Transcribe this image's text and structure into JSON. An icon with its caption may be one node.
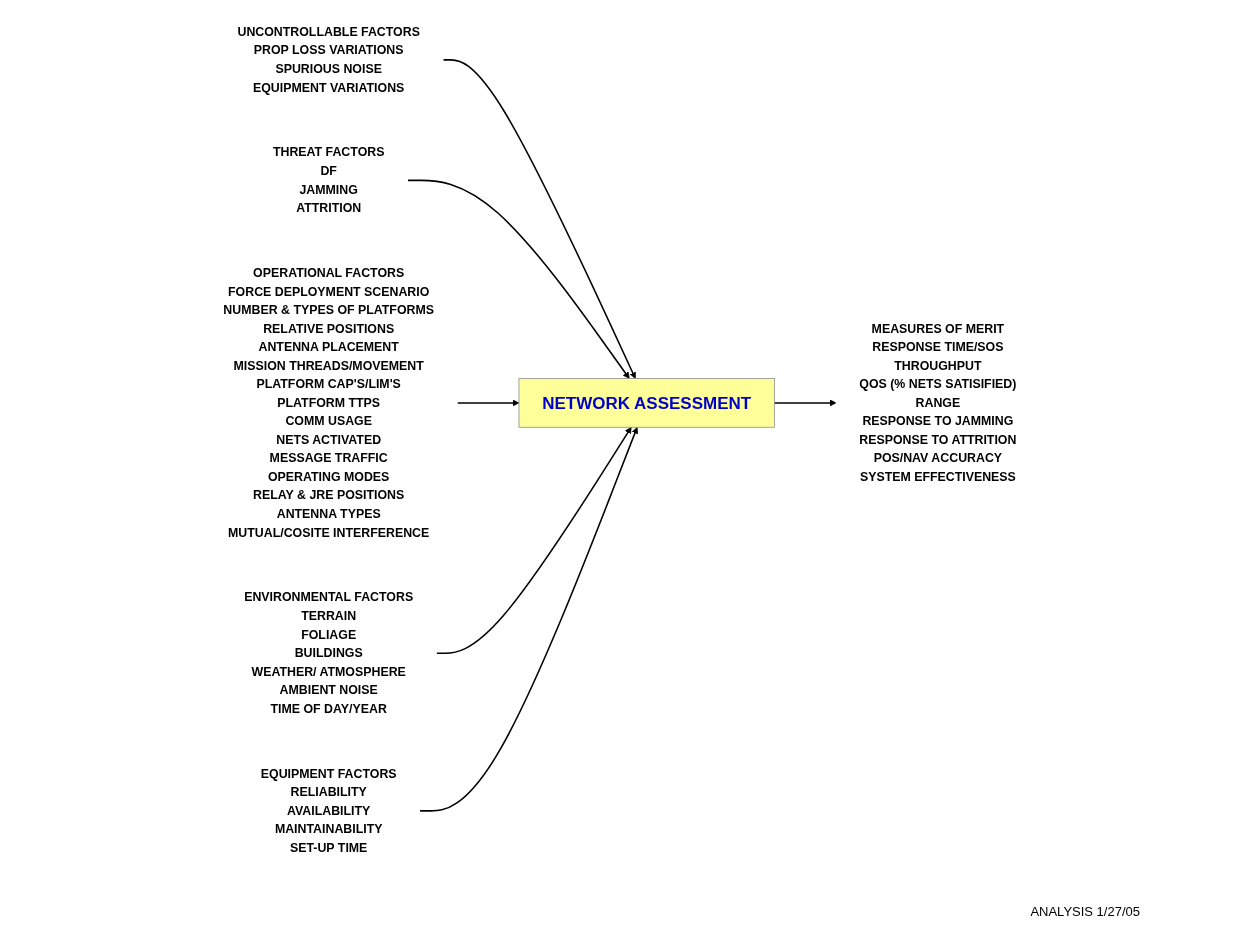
{
  "diagram": {
    "nodes": [
      {
        "text": [
          "UNCONTROLLABLE FACTORS",
          "PROP LOSS VARIATIONS",
          "SPURIOUS NOISE",
          "EQUIPMENT VARIATIONS"
        ]
      },
      {
        "text": [
          "THREAT FACTORS",
          "DF",
          "JAMMING",
          "ATTRITION"
        ]
      },
      {
        "text": [
          "OPERATIONAL FACTORS",
          "FORCE DEPLOYMENT SCENARIO",
          "NUMBER & TYPES OF PLATFORMS",
          "RELATIVE POSITIONS",
          "ANTENNA PLACEMENT",
          "MISSION THREADS/MOVEMENT",
          "PLATFORM CAP'S/LIM'S",
          "PLATFORM TTPS",
          "COMM USAGE",
          "NETS ACTIVATED",
          "MESSAGE TRAFFIC",
          "OPERATING MODES",
          "RELAY & JRE POSITIONS",
          "ANTENNA TYPES",
          "MUTUAL/COSITE INTERFERENCE"
        ]
      },
      {
        "text": [
          "NETWORK ASSESSMENT"
        ]
      },
      {
        "text": [
          "MEASURES OF MERIT",
          "RESPONSE TIME/SOS",
          "THROUGHPUT",
          "QOS (% NETS SATISIFIED)",
          "RANGE",
          "RESPONSE TO JAMMING",
          "RESPONSE TO ATTRITION",
          "POS/NAV ACCURACY",
          "SYSTEM EFFECTIVENESS"
        ]
      },
      {
        "text": [
          "ENVIRONMENTAL FACTORS",
          "TERRAIN",
          "FOLIAGE",
          "BUILDINGS",
          "WEATHER/ ATMOSPHERE",
          "AMBIENT NOISE",
          "TIME OF DAY/YEAR"
        ]
      },
      {
        "text": [
          "EQUIPMENT FACTORS",
          "RELIABILITY",
          "AVAILABILITY",
          "MAINTAINABILITY",
          "SET-UP TIME"
        ]
      }
    ],
    "edges": [
      {
        "from": 0,
        "to": 3,
        "arrow": "to"
      },
      {
        "from": 1,
        "to": 3,
        "arrow": "to"
      },
      {
        "from": 2,
        "to": 3,
        "arrow": "to"
      },
      {
        "from": 3,
        "to": 4,
        "arrow": "to"
      },
      {
        "from": 5,
        "to": 3,
        "arrow": "to"
      },
      {
        "from": 6,
        "to": 3,
        "arrow": "to"
      }
    ],
    "labels": [
      "ANALYSIS 1/27/05"
    ]
  }
}
